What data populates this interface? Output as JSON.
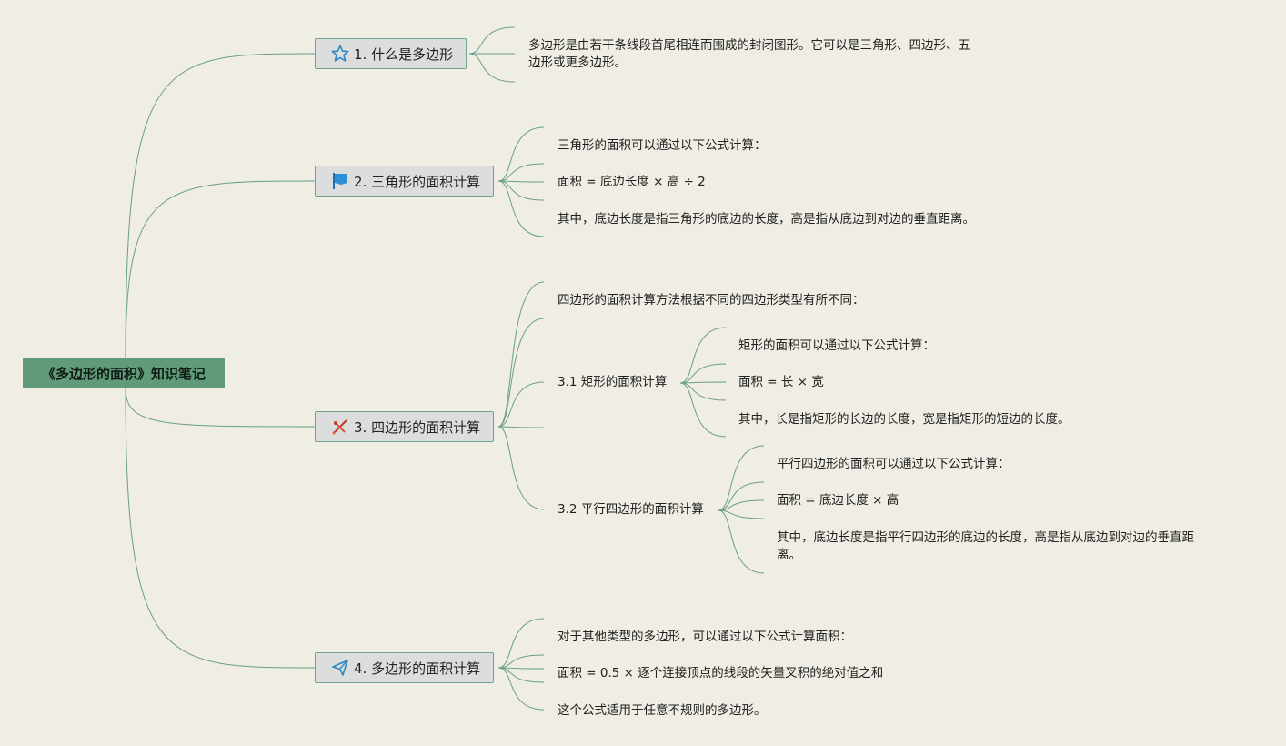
{
  "root": {
    "title": "《多边形的面积》知识笔记"
  },
  "sections": [
    {
      "label": "1. 什么是多边形",
      "icon": "star-icon",
      "items": [
        "多边形是由若干条线段首尾相连而围成的封闭图形。它可以是三角形、四边形、五边形或更多边形。"
      ]
    },
    {
      "label": "2. 三角形的面积计算",
      "icon": "flag-icon",
      "items": [
        "三角形的面积可以通过以下公式计算：",
        "面积 = 底边长度 × 高 ÷ 2",
        "其中，底边长度是指三角形的底边的长度，高是指从底边到对边的垂直距离。"
      ]
    },
    {
      "label": "3. 四边形的面积计算",
      "icon": "tools-icon",
      "items": [
        "四边形的面积计算方法根据不同的四边形类型有所不同："
      ],
      "subsections": [
        {
          "label": "3.1 矩形的面积计算",
          "items": [
            "矩形的面积可以通过以下公式计算：",
            "面积 = 长 × 宽",
            "其中，长是指矩形的长边的长度，宽是指矩形的短边的长度。"
          ]
        },
        {
          "label": "3.2 平行四边形的面积计算",
          "items": [
            "平行四边形的面积可以通过以下公式计算：",
            "面积 = 底边长度 × 高",
            "其中，底边长度是指平行四边形的底边的长度，高是指从底边到对边的垂直距离。"
          ]
        }
      ]
    },
    {
      "label": "4. 多边形的面积计算",
      "icon": "paper-plane-icon",
      "items": [
        "对于其他类型的多边形，可以通过以下公式计算面积：",
        "面积 = 0.5 × 逐个连接顶点的线段的矢量叉积的绝对值之和",
        "这个公式适用于任意不规则的多边形。"
      ]
    }
  ],
  "colors": {
    "line": "#6a9f88",
    "root_bg": "#5f9b78",
    "topic_bg": "#dcdddd",
    "background": "#efede4"
  }
}
